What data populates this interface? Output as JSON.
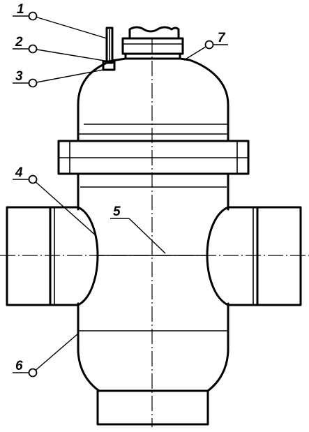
{
  "callouts": [
    {
      "id": "1",
      "label": "1"
    },
    {
      "id": "2",
      "label": "2"
    },
    {
      "id": "3",
      "label": "3"
    },
    {
      "id": "4",
      "label": "4"
    },
    {
      "id": "5",
      "label": "5"
    },
    {
      "id": "6",
      "label": "6"
    },
    {
      "id": "7",
      "label": "7"
    }
  ],
  "colors": {
    "stroke": "#000000",
    "background": "#ffffff"
  }
}
